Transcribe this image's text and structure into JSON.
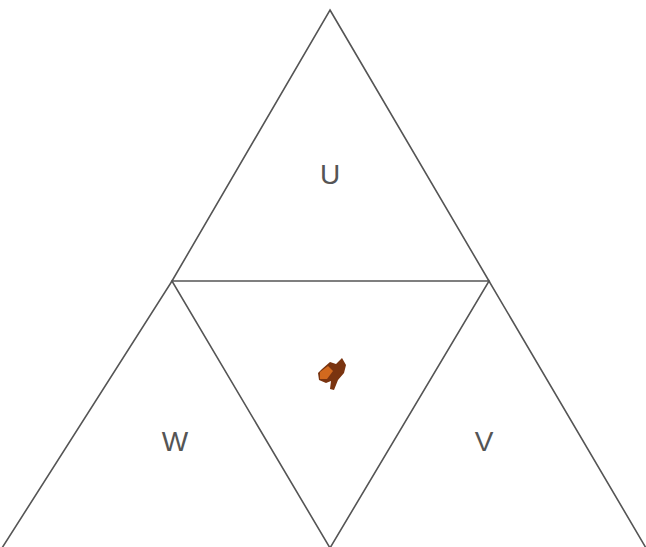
{
  "diagram": {
    "nodes": [
      {
        "text": [
          "U"
        ]
      },
      {
        "text": [
          "W"
        ]
      },
      {
        "text": [
          "V"
        ]
      }
    ]
  }
}
